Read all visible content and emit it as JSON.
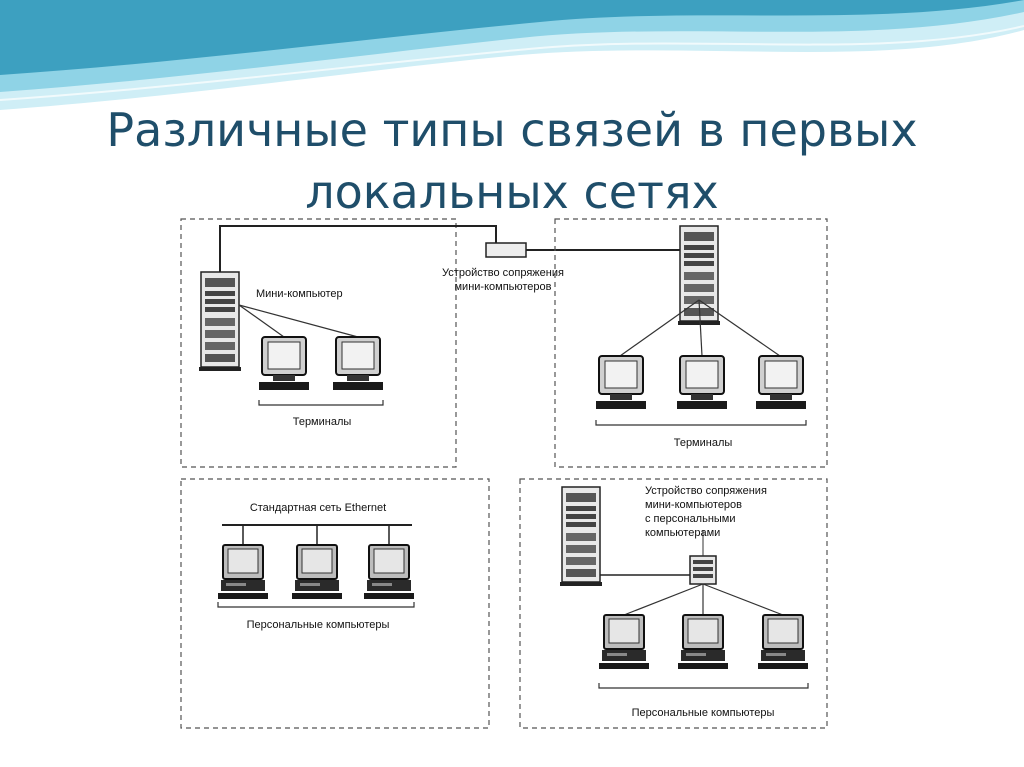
{
  "slide": {
    "title_line1": "Различные типы связей в первых",
    "title_line2": "локальных сетях"
  },
  "colors": {
    "title": "#1f4e6a",
    "wave_dark": "#2f97b8",
    "wave_light": "#8fd3e6"
  },
  "diagram": {
    "panel1": {
      "minicomputer": "Мини-компьютер",
      "terminals": "Терминалы"
    },
    "bridge": {
      "line1": "Устройство сопряжения",
      "line2": "мини-компьютеров"
    },
    "panel2": {
      "terminals": "Терминалы"
    },
    "panel3": {
      "network": "Стандартная сеть Ethernet",
      "pcs": "Персональные компьютеры"
    },
    "panel4": {
      "device_lines": [
        "Устройство сопряжения",
        "мини-компьютеров",
        "с персональными",
        "компьютерами"
      ],
      "pcs": "Персональные компьютеры"
    }
  }
}
